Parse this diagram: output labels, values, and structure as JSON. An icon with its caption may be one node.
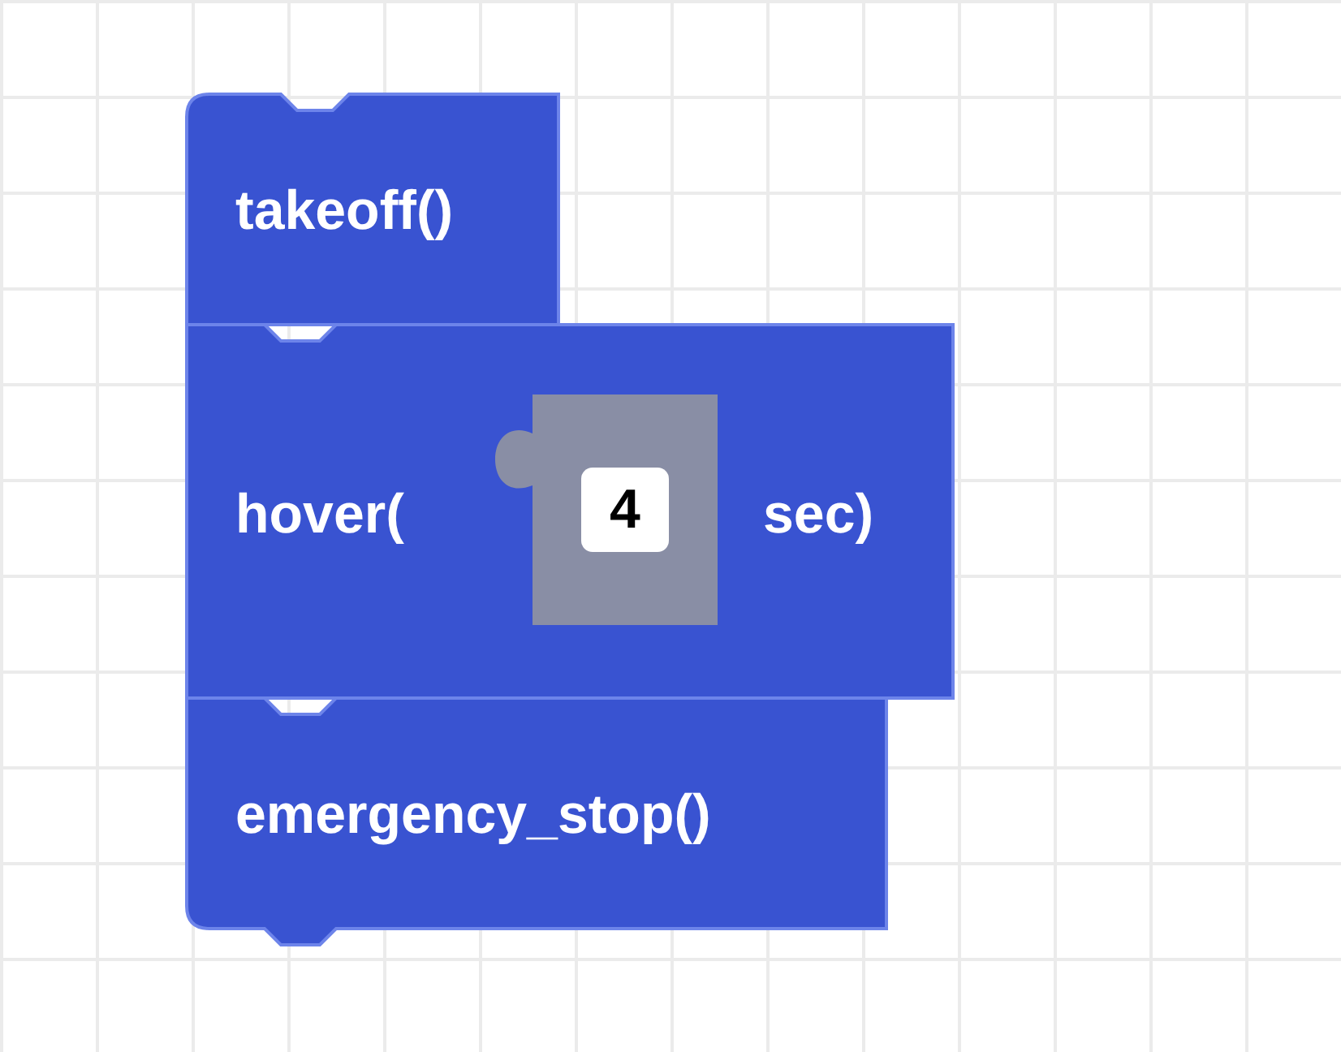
{
  "diagram": {
    "nodes": [
      {
        "text": [
          "takeoff()"
        ]
      },
      {
        "text": [
          "hover(",
          "sec)"
        ]
      },
      {
        "text": [
          "4"
        ],
        "in": 1
      },
      {
        "text": [
          "emergency_stop()"
        ]
      }
    ]
  }
}
